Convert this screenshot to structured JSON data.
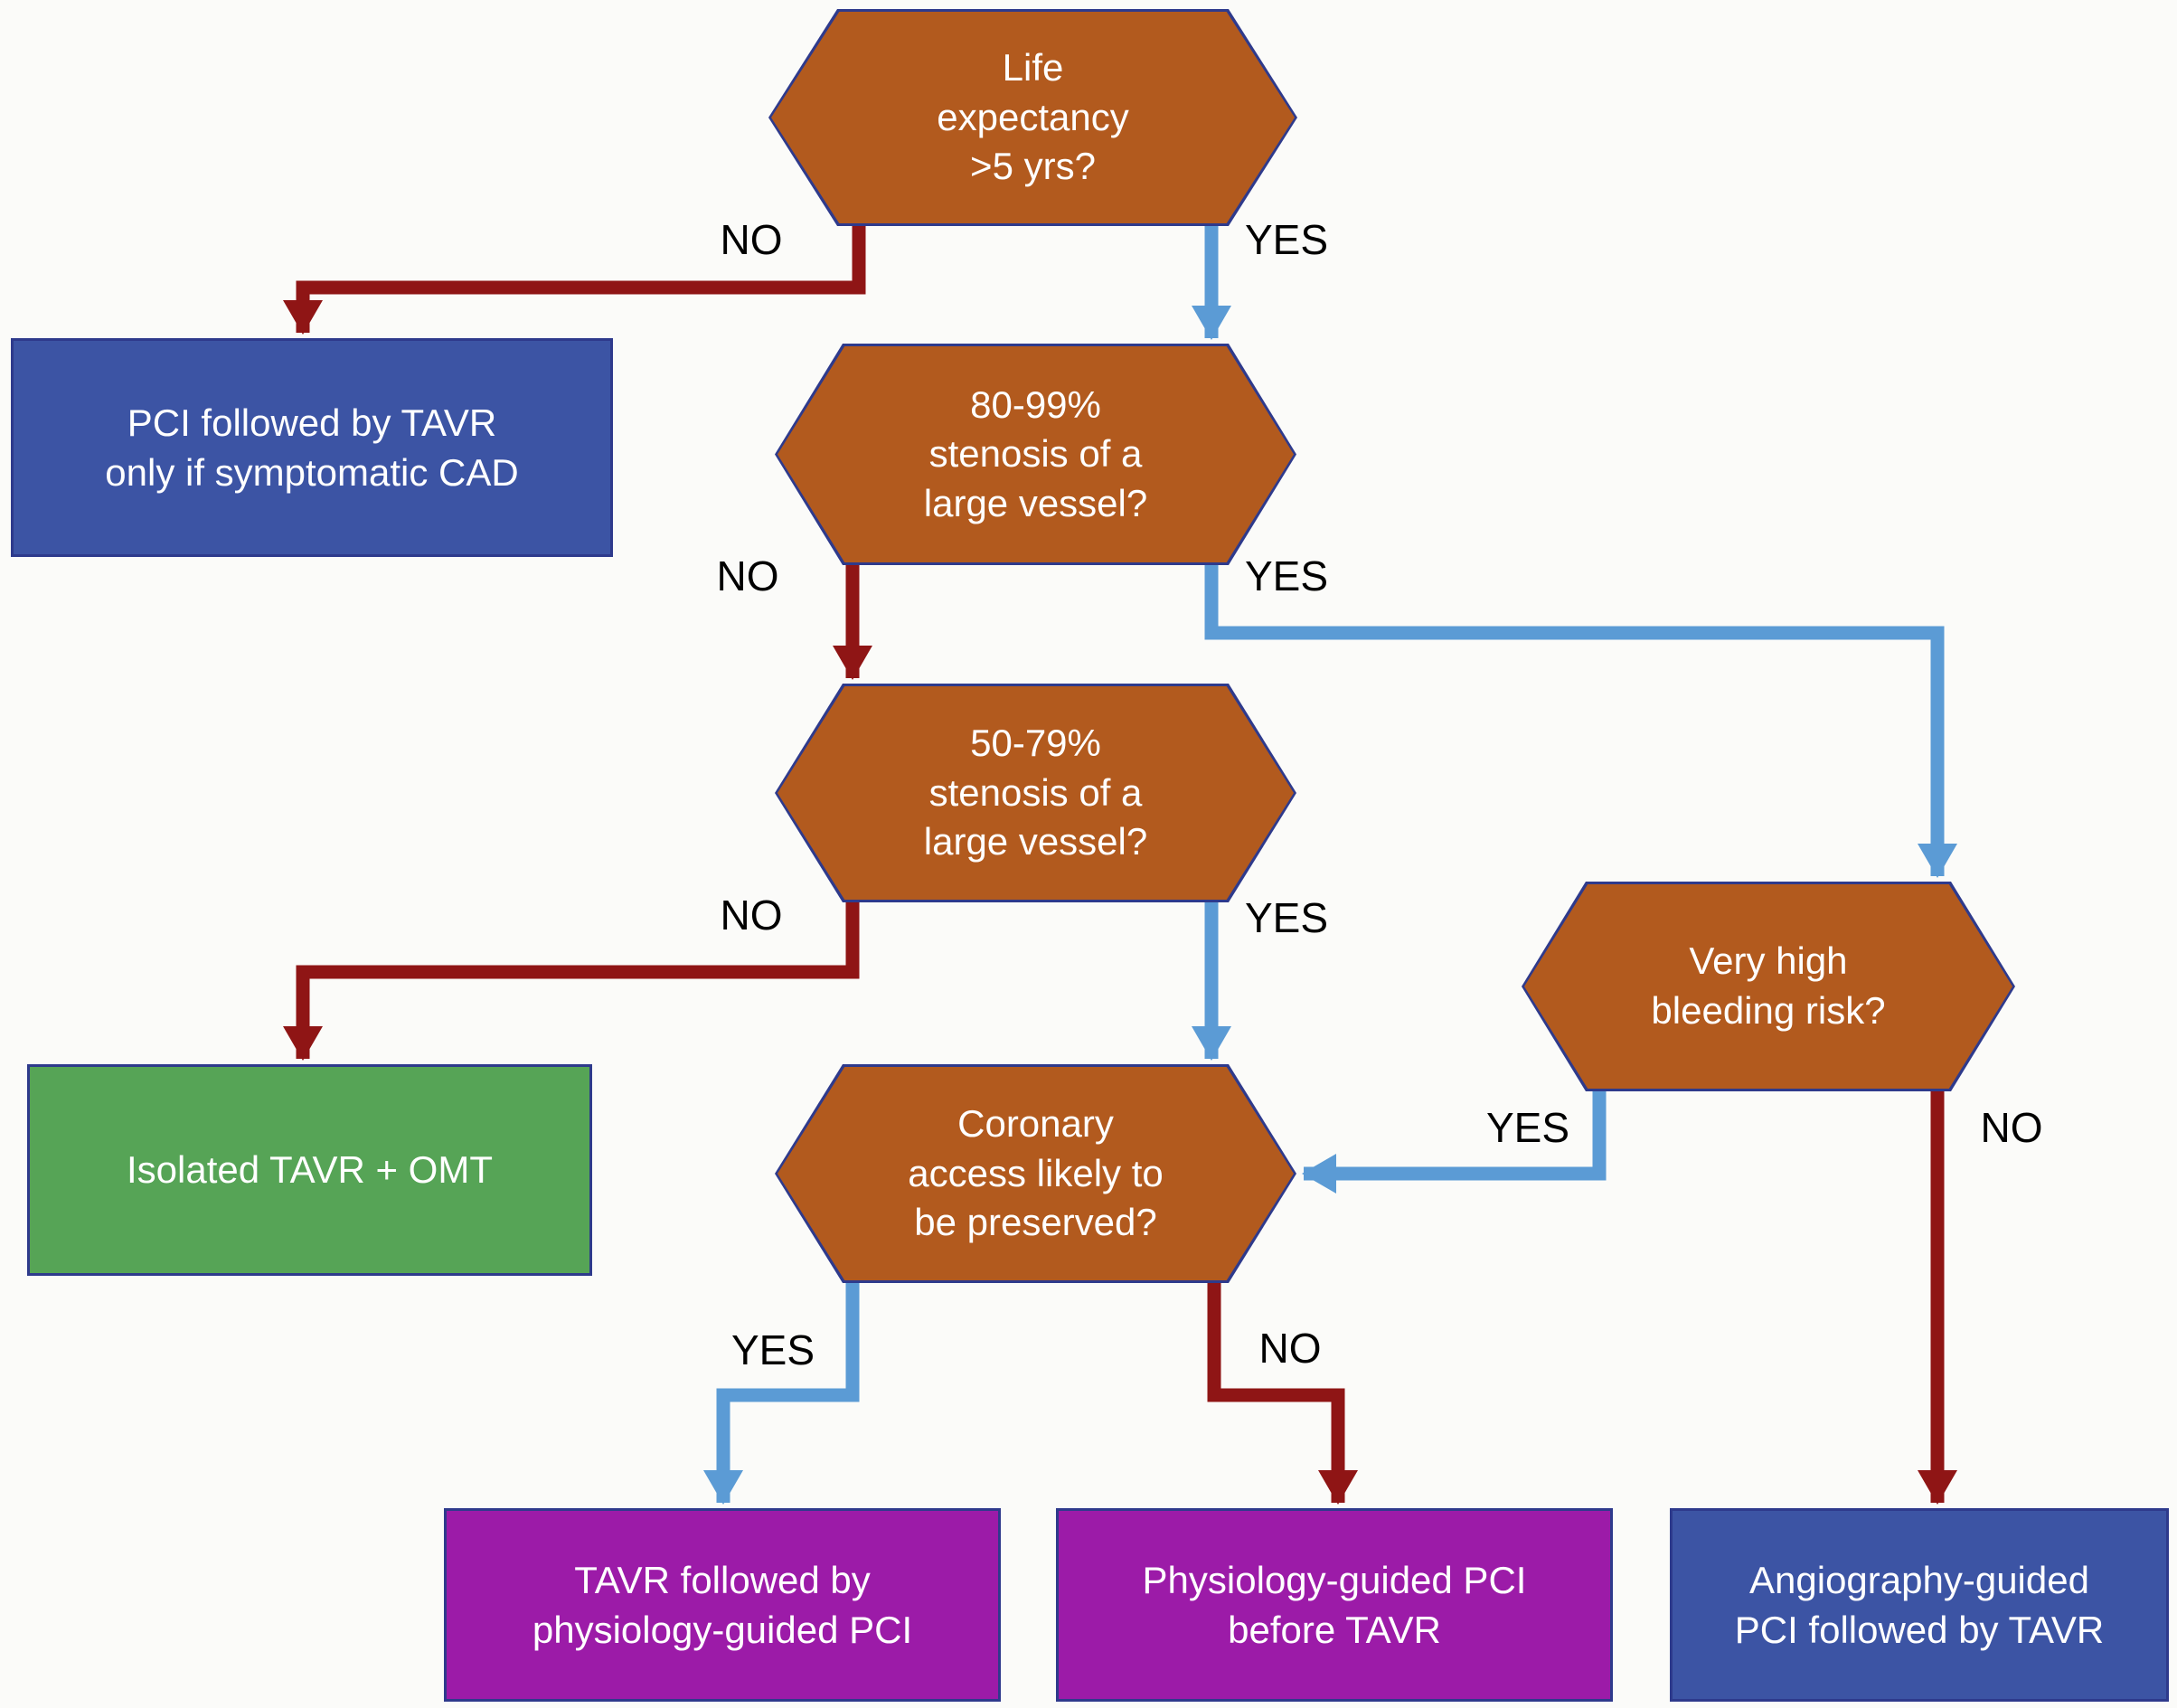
{
  "diagram": {
    "type": "flowchart",
    "topic": "PCI and TAVR treatment decision pathway",
    "colors": {
      "decision_fill": "#b25a1e",
      "shape_border": "#2e3a8c",
      "blue_outcome_fill": "#3c54a4",
      "green_outcome_fill": "#56a456",
      "purple_outcome_fill": "#9c1ba8",
      "no_arrow": "#8f1515",
      "yes_arrow": "#5b9bd5",
      "shape_text": "#ffffff",
      "edge_label_text": "#000000"
    },
    "nodes": {
      "life": {
        "type": "decision",
        "label": "Life\nexpectancy\n>5 yrs?"
      },
      "pci_if_symptomatic": {
        "type": "outcome",
        "label": "PCI followed by TAVR\nonly if symptomatic CAD"
      },
      "stenosis_80_99": {
        "type": "decision",
        "label": "80-99%\nstenosis of a\nlarge vessel?"
      },
      "stenosis_50_79": {
        "type": "decision",
        "label": "50-79%\nstenosis of a\nlarge vessel?"
      },
      "bleeding_risk": {
        "type": "decision",
        "label": "Very high\nbleeding risk?"
      },
      "isolated_tavr": {
        "type": "outcome",
        "label": "Isolated TAVR + OMT"
      },
      "coronary_access": {
        "type": "decision",
        "label": "Coronary\naccess likely to\nbe preserved?"
      },
      "tavr_then_pci": {
        "type": "outcome",
        "label": "TAVR followed by\nphysiology-guided PCI"
      },
      "pci_before_tavr": {
        "type": "outcome",
        "label": "Physiology-guided PCI\nbefore TAVR"
      },
      "angio_pci_tavr": {
        "type": "outcome",
        "label": "Angiography-guided\nPCI followed by TAVR"
      }
    },
    "edge_labels": {
      "life_no": "NO",
      "life_yes": "YES",
      "stenosis80_no": "NO",
      "stenosis80_yes": "YES",
      "stenosis50_no": "NO",
      "stenosis50_yes": "YES",
      "bleeding_yes": "YES",
      "bleeding_no": "NO",
      "coronary_yes": "YES",
      "coronary_no": "NO"
    }
  }
}
